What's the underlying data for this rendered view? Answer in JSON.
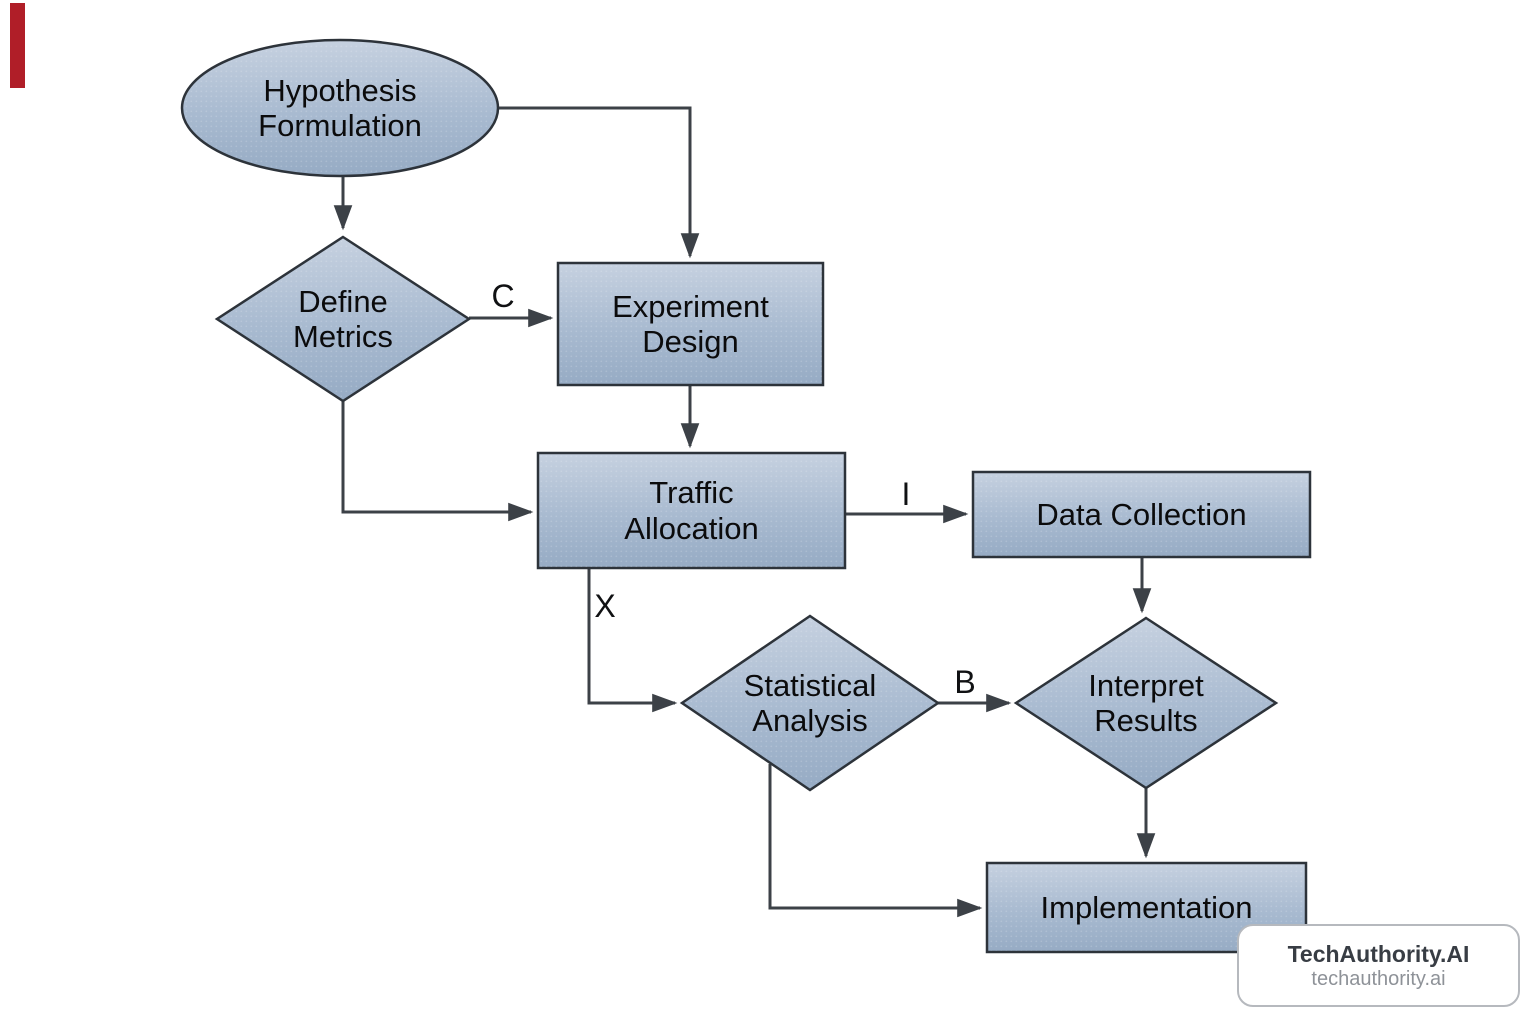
{
  "diagram": {
    "type": "flowchart",
    "nodes": [
      {
        "id": "hypothesis-formulation",
        "shape": "ellipse",
        "label": "Hypothesis\nFormulation"
      },
      {
        "id": "define-metrics",
        "shape": "diamond",
        "label": "Define\nMetrics"
      },
      {
        "id": "experiment-design",
        "shape": "rectangle",
        "label": "Experiment\nDesign"
      },
      {
        "id": "traffic-allocation",
        "shape": "rectangle",
        "label": "Traffic\nAllocation"
      },
      {
        "id": "data-collection",
        "shape": "rectangle",
        "label": "Data Collection"
      },
      {
        "id": "statistical-analysis",
        "shape": "diamond",
        "label": "Statistical\nAnalysis"
      },
      {
        "id": "interpret-results",
        "shape": "diamond",
        "label": "Interpret\nResults"
      },
      {
        "id": "implementation",
        "shape": "rectangle",
        "label": "Implementation"
      }
    ],
    "edges": [
      {
        "from": "hypothesis-formulation",
        "to": "define-metrics",
        "label": ""
      },
      {
        "from": "hypothesis-formulation",
        "to": "experiment-design",
        "label": ""
      },
      {
        "from": "define-metrics",
        "to": "experiment-design",
        "label": "C"
      },
      {
        "from": "experiment-design",
        "to": "traffic-allocation",
        "label": ""
      },
      {
        "from": "define-metrics",
        "to": "traffic-allocation",
        "label": ""
      },
      {
        "from": "traffic-allocation",
        "to": "data-collection",
        "label": "I"
      },
      {
        "from": "traffic-allocation",
        "to": "statistical-analysis",
        "label": "X"
      },
      {
        "from": "statistical-analysis",
        "to": "interpret-results",
        "label": "B"
      },
      {
        "from": "data-collection",
        "to": "interpret-results",
        "label": ""
      },
      {
        "from": "interpret-results",
        "to": "implementation",
        "label": ""
      },
      {
        "from": "statistical-analysis",
        "to": "implementation",
        "label": ""
      }
    ],
    "colors": {
      "node_fill_top": "#c6d1e0",
      "node_fill_bottom": "#96abc4",
      "node_border": "#2d333a",
      "connector": "#3c4147",
      "text": "#0b0b0c",
      "accent_bar": "#b01e28"
    }
  },
  "watermark": {
    "title": "TechAuthority.AI",
    "subtitle": "techauthority.ai"
  }
}
